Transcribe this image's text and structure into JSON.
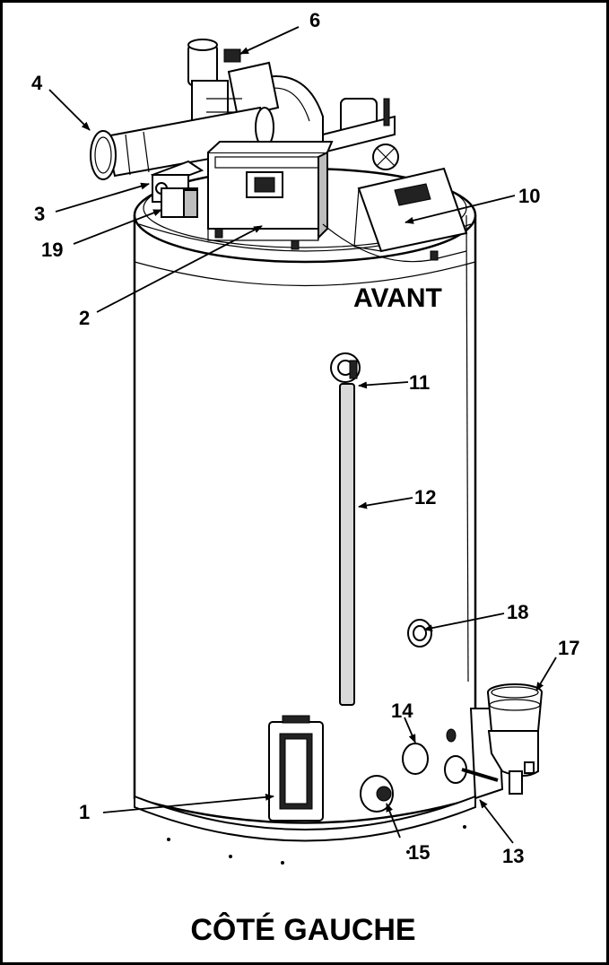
{
  "diagram": {
    "front_label": "AVANT",
    "side_label": "CÔTÉ GAUCHE",
    "callouts": [
      {
        "id": "1",
        "text": "1"
      },
      {
        "id": "2",
        "text": "2"
      },
      {
        "id": "3",
        "text": "3"
      },
      {
        "id": "4",
        "text": "4"
      },
      {
        "id": "6",
        "text": "6"
      },
      {
        "id": "10",
        "text": "10"
      },
      {
        "id": "11",
        "text": "11"
      },
      {
        "id": "12",
        "text": "12"
      },
      {
        "id": "13",
        "text": "13"
      },
      {
        "id": "14",
        "text": "14"
      },
      {
        "id": "15",
        "text": "15"
      },
      {
        "id": "17",
        "text": "17"
      },
      {
        "id": "18",
        "text": "18"
      },
      {
        "id": "19",
        "text": "19"
      }
    ]
  }
}
